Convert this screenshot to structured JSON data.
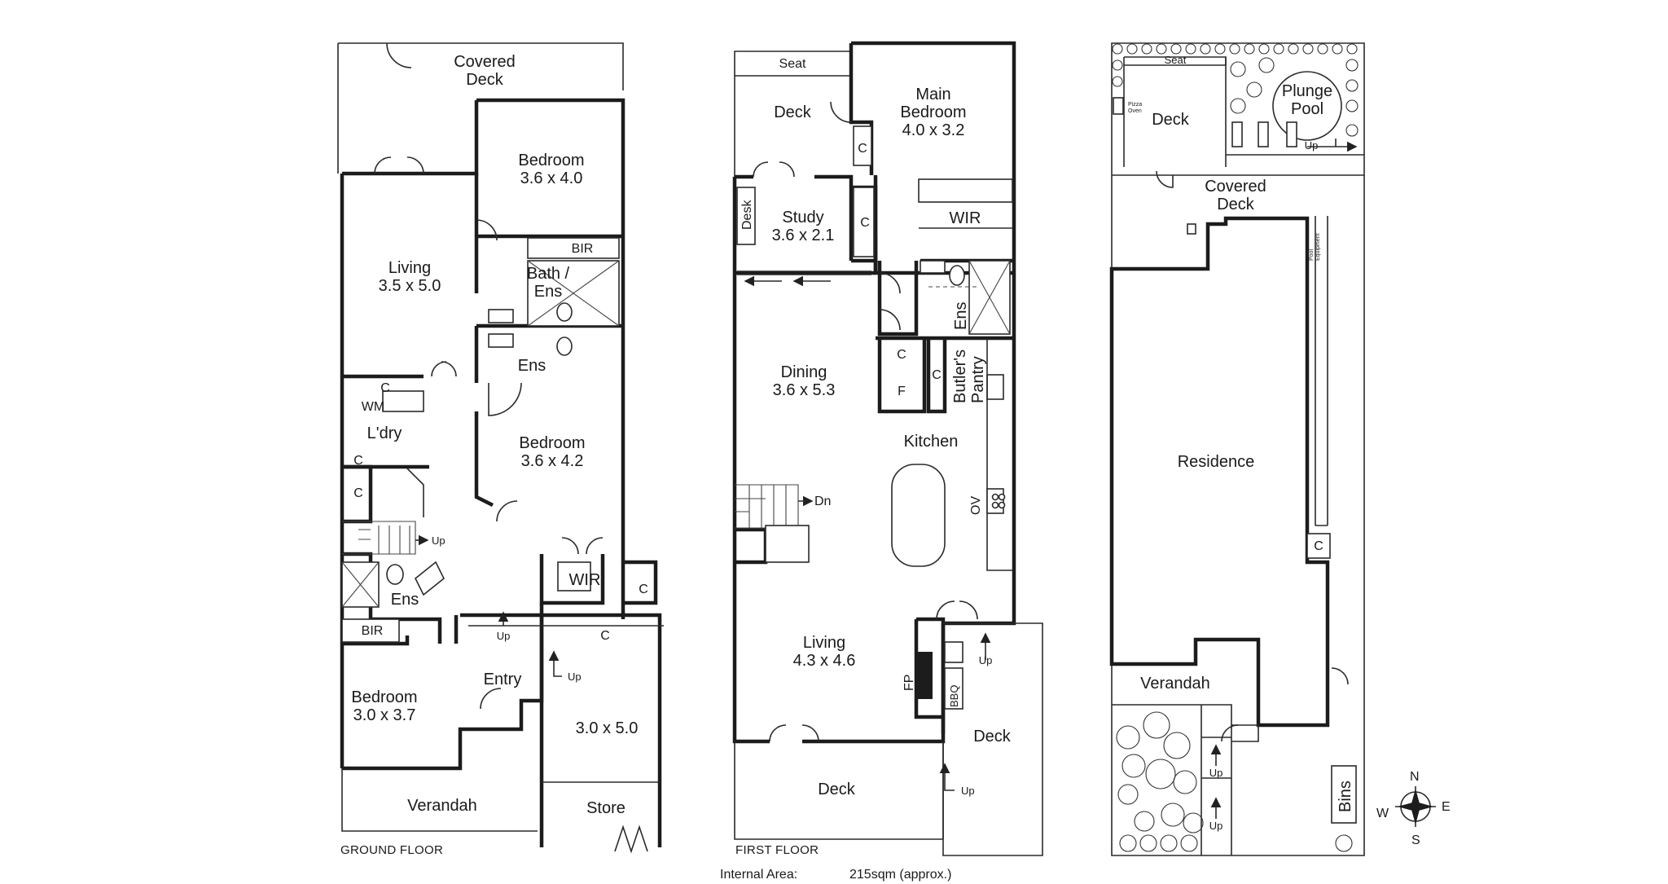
{
  "ground_floor": {
    "title": "GROUND FLOOR",
    "covered_deck": [
      "Covered",
      "Deck"
    ],
    "bedroom_1": [
      "Bedroom",
      "3.6 x 4.0"
    ],
    "bir_1": "BIR",
    "bath_ens": [
      "Bath /",
      "Ens"
    ],
    "living": [
      "Living",
      "3.5 x 5.0"
    ],
    "ens_1": "Ens",
    "c_laundry": "C",
    "wm": "WM",
    "laundry": "L'dry",
    "c_2": "C",
    "c_3": "C",
    "bedroom_2": [
      "Bedroom",
      "3.6 x 4.2"
    ],
    "up_stair": "Up",
    "ens_2": "Ens",
    "wir": "WIR",
    "c_wir": "C",
    "bir_2": "BIR",
    "up_entry": "Up",
    "c_garage": "C",
    "entry": "Entry",
    "up_garage": "Up",
    "bedroom_3": [
      "Bedroom",
      "3.0 x 3.7"
    ],
    "garage_size": "3.0 x 5.0",
    "verandah": "Verandah",
    "store": "Store"
  },
  "first_floor": {
    "title": "FIRST FLOOR",
    "seat": "Seat",
    "deck_top": "Deck",
    "main_bedroom": [
      "Main",
      "Bedroom",
      "4.0 x 3.2"
    ],
    "c_1": "C",
    "c_2": "C",
    "desk": "Desk",
    "study": [
      "Study",
      "3.6 x 2.1"
    ],
    "wir": "WIR",
    "ens": "Ens",
    "c_3": "C",
    "c_4": "C",
    "f": "F",
    "butlers_pantry": [
      "Butler's",
      "Pantry"
    ],
    "dining": [
      "Dining",
      "3.6 x 5.3"
    ],
    "kitchen": "Kitchen",
    "ov": "OV",
    "dn": "Dn",
    "living": [
      "Living",
      "4.3 x 4.6"
    ],
    "up_deck": "Up",
    "fp": "FP",
    "bbq": "BBQ",
    "deck_right": "Deck",
    "deck_bottom": "Deck",
    "up_bottom": "Up"
  },
  "site_plan": {
    "seat": "Seat",
    "pizza_oven": [
      "Pizza",
      "Oven"
    ],
    "deck": "Deck",
    "plunge_pool": [
      "Plunge",
      "Pool"
    ],
    "up_pool": "Up",
    "covered_deck": [
      "Covered",
      "Deck"
    ],
    "pool_equipment": [
      "Pool",
      "Equipment"
    ],
    "residence": "Residence",
    "c": "C",
    "verandah": "Verandah",
    "up_1": "Up",
    "up_2": "Up",
    "bins": "Bins"
  },
  "compass": {
    "n": "N",
    "e": "E",
    "s": "S",
    "w": "W"
  },
  "area": {
    "label": "Internal Area:",
    "value": "215sqm (approx.)"
  }
}
